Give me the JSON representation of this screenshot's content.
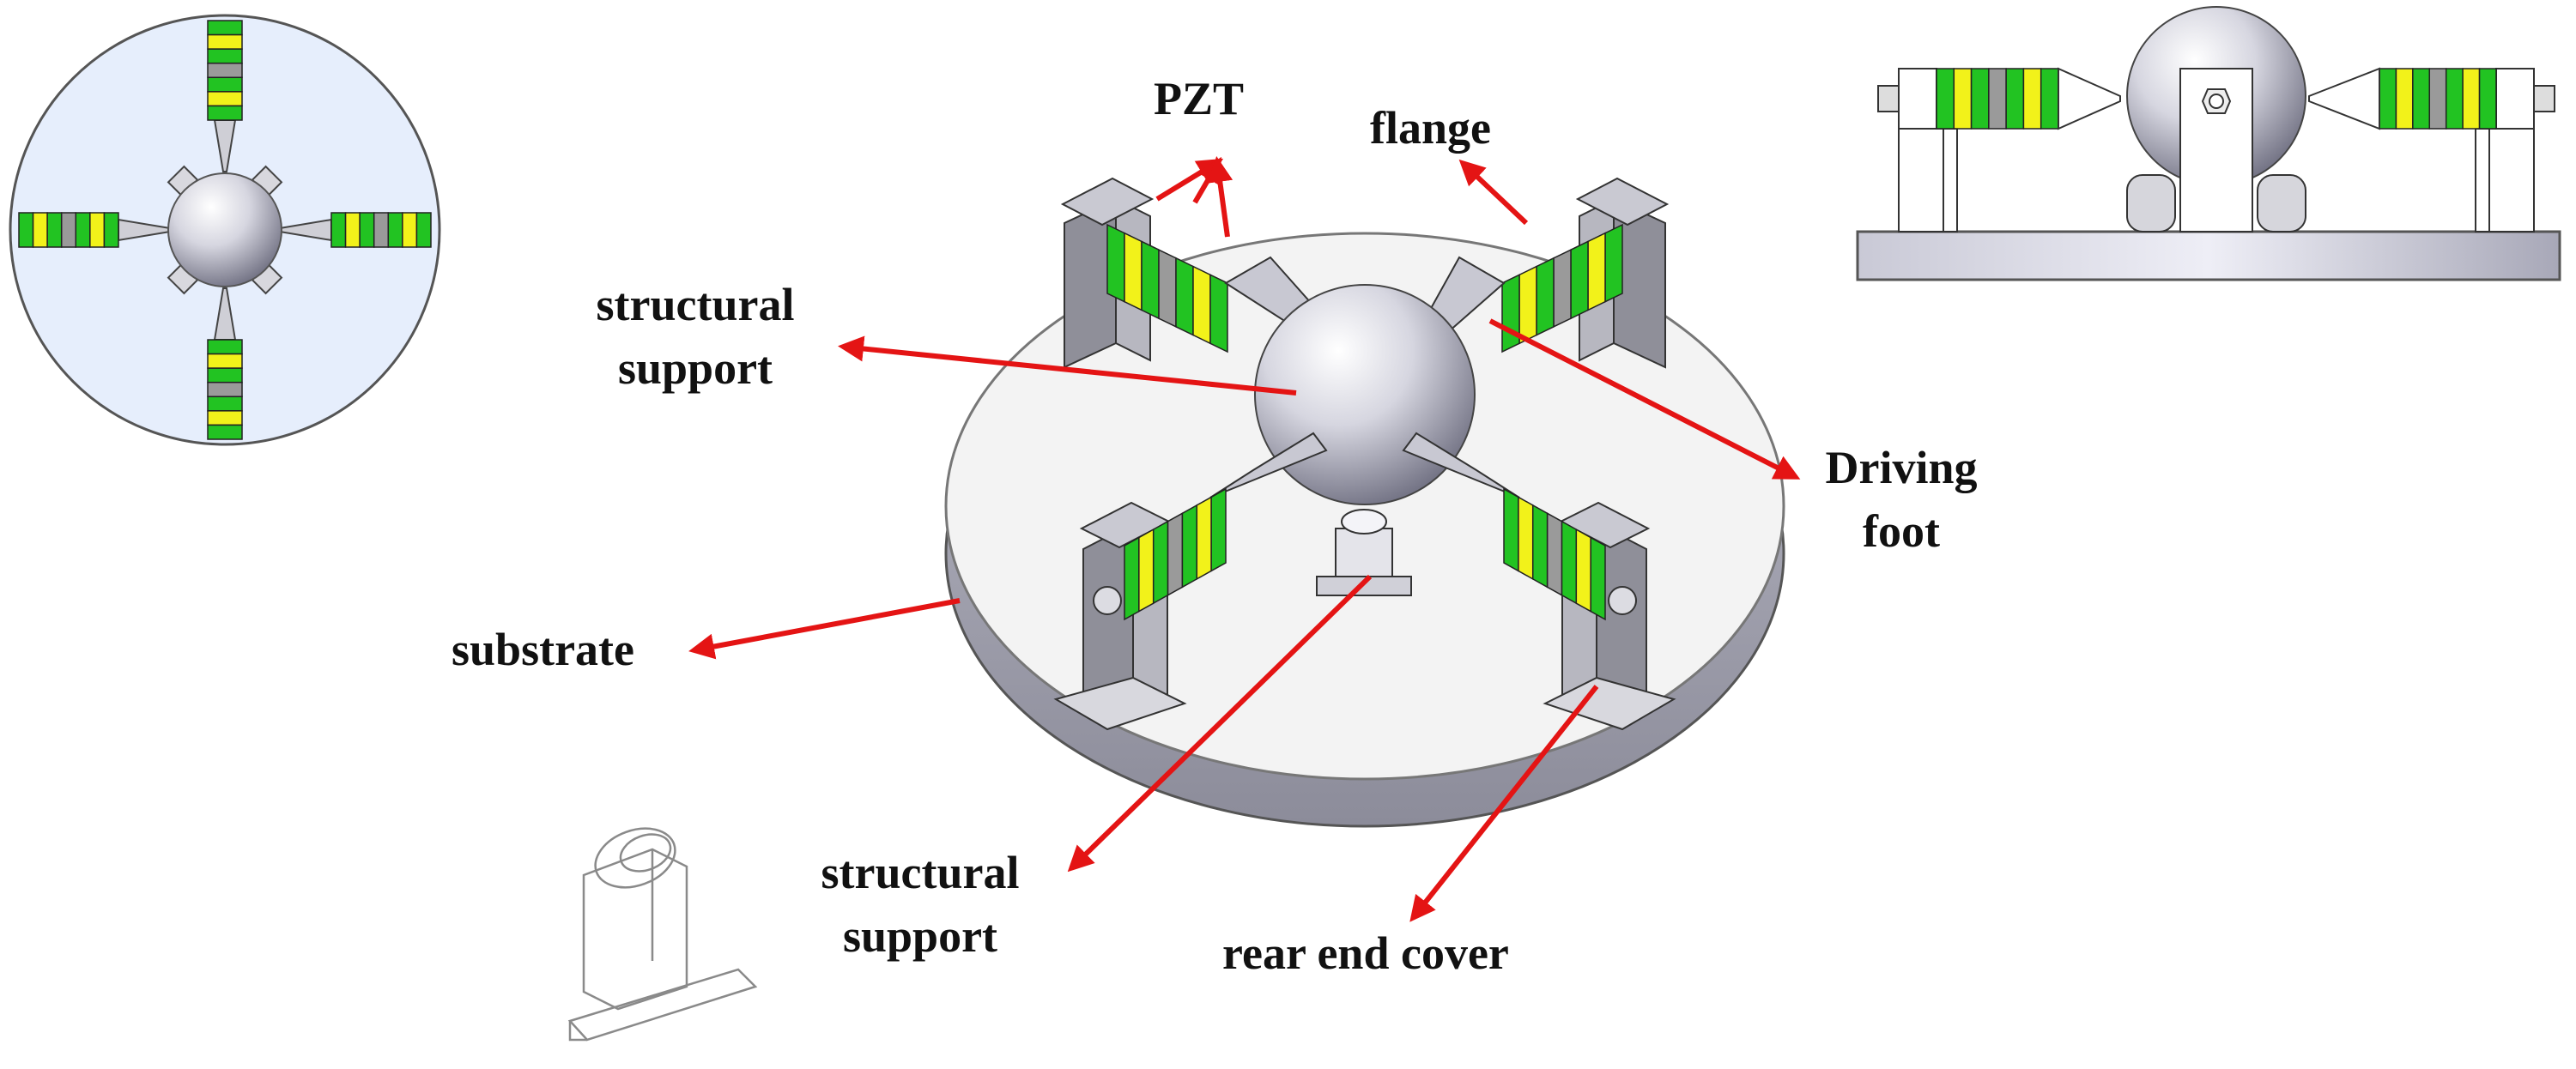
{
  "labels": {
    "pzt": "PZT",
    "flange": "flange",
    "structural_support_upper_line1": "structural",
    "structural_support_upper_line2": "support",
    "driving_foot_line1": "Driving",
    "driving_foot_line2": "foot",
    "substrate": "substrate",
    "structural_support_lower_line1": "structural",
    "structural_support_lower_line2": "support",
    "rear_end_cover": "rear end cover"
  },
  "colors": {
    "arrow": "#e41414",
    "pzt_green": "#22c322",
    "pzt_yellow": "#f2f21a",
    "metal_gray": "#9a9a9a",
    "top_view_disc": "#e6eefc",
    "substrate_top": "#f3f3f3",
    "substrate_side": "#a9a9b4"
  }
}
